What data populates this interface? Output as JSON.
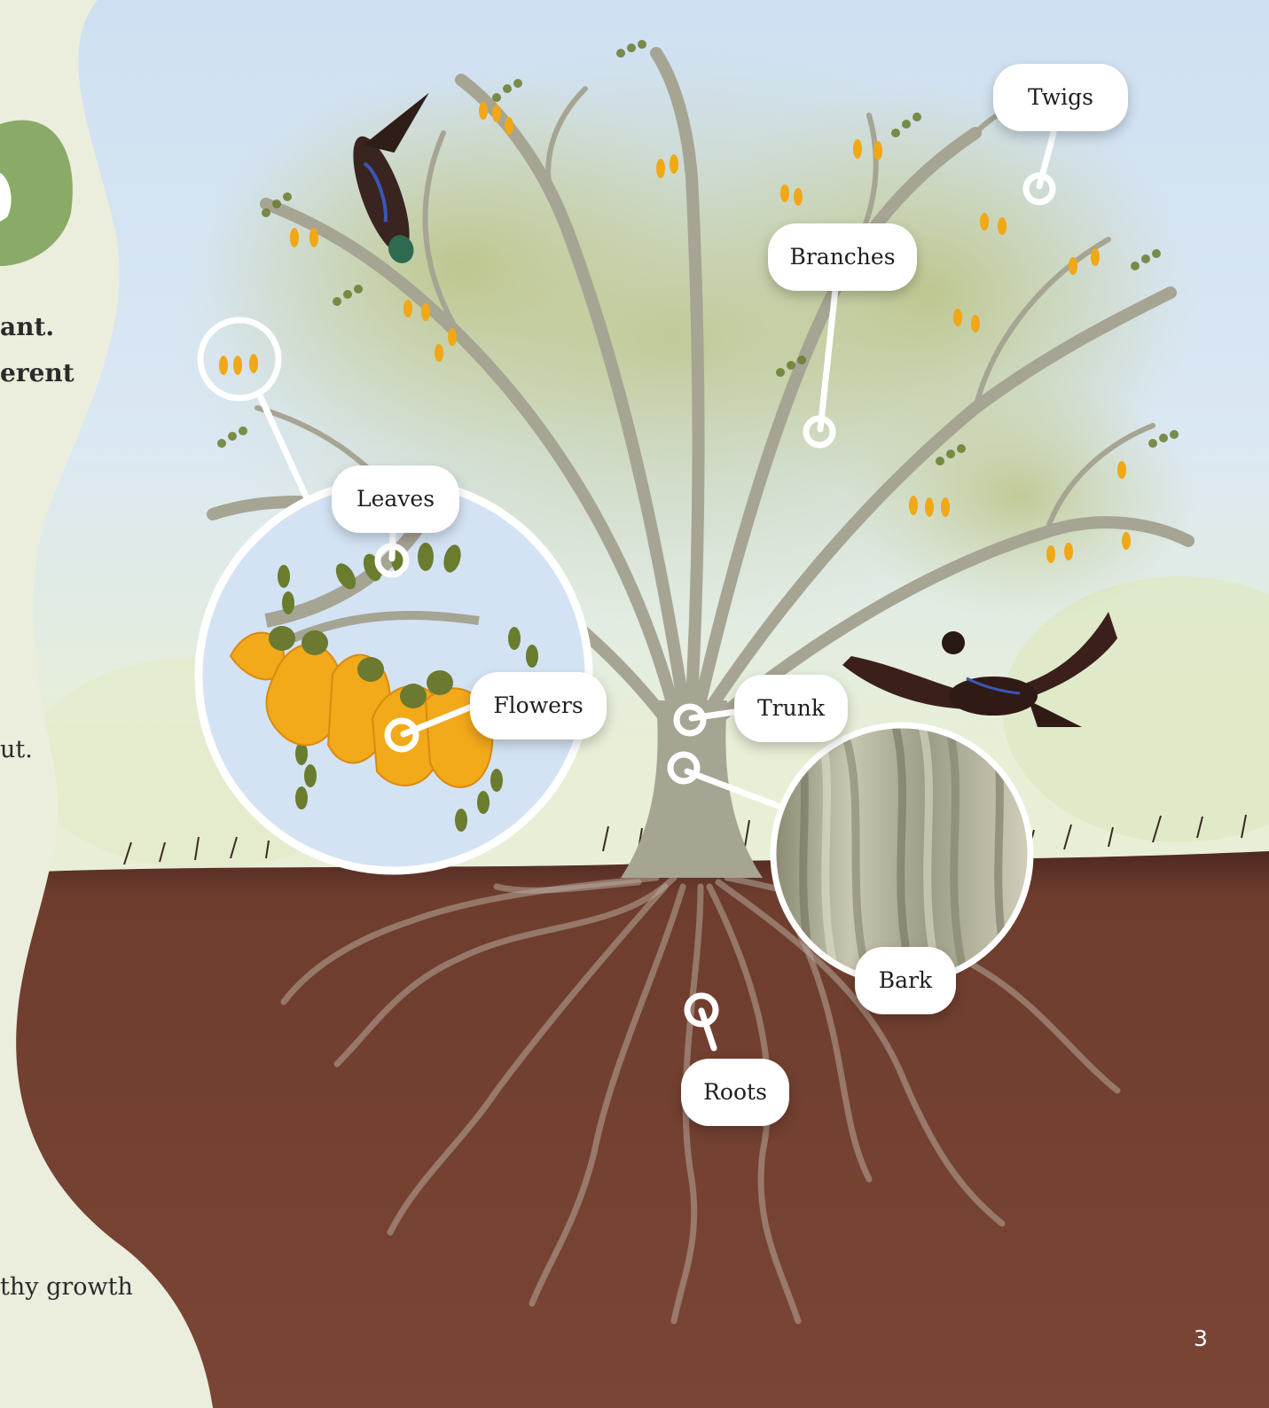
{
  "left_text": {
    "line1": "ant.",
    "line2": "erent",
    "line3": "ut.",
    "line4": "thy growth"
  },
  "labels": {
    "twigs": "Twigs",
    "branches": "Branches",
    "leaves": "Leaves",
    "flowers": "Flowers",
    "trunk": "Trunk",
    "bark": "Bark",
    "roots": "Roots"
  },
  "page_number": "3",
  "colors": {
    "sky": "#d5e4f2",
    "soil": "#6b3a2c",
    "trunk": "#a6a493",
    "flower": "#f0a816",
    "leaf": "#6a7c2e",
    "left_panel": "#eceedd",
    "accent_green": "#8aaa68"
  }
}
